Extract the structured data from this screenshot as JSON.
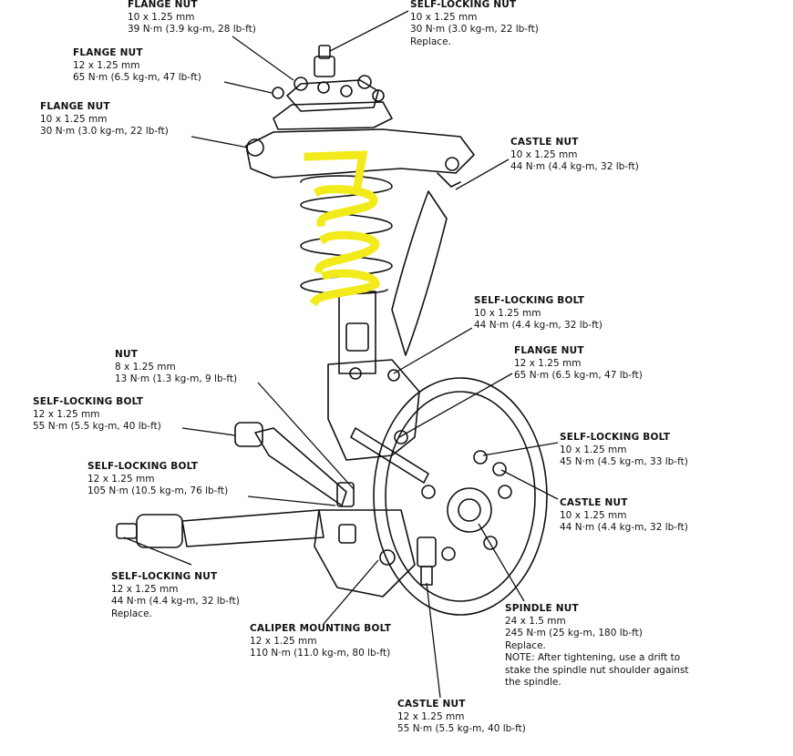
{
  "labels": {
    "flange_nut_1": {
      "title": "FLANGE NUT",
      "size": "10 x 1.25 mm",
      "torque": "39 N·m (3.9 kg-m, 28 lb-ft)"
    },
    "self_locking_nut_top": {
      "title": "SELF-LOCKING NUT",
      "size": "10 x 1.25 mm",
      "torque": "30 N·m (3.0 kg-m, 22 lb-ft)",
      "note": "Replace."
    },
    "flange_nut_2": {
      "title": "FLANGE NUT",
      "size": "12 x 1.25 mm",
      "torque": "65 N·m (6.5 kg-m, 47 lb-ft)"
    },
    "flange_nut_3": {
      "title": "FLANGE NUT",
      "size": "10 x 1.25 mm",
      "torque": "30 N·m (3.0 kg-m, 22 lb-ft)"
    },
    "castle_nut_upper": {
      "title": "CASTLE NUT",
      "size": "10 x 1.25 mm",
      "torque": "44 N·m (4.4 kg-m, 32 lb-ft)"
    },
    "self_locking_bolt_1": {
      "title": "SELF-LOCKING BOLT",
      "size": "10 x 1.25 mm",
      "torque": "44 N·m (4.4 kg-m, 32 lb-ft)"
    },
    "flange_nut_4": {
      "title": "FLANGE NUT",
      "size": "12 x 1.25 mm",
      "torque": "65 N·m (6.5 kg-m, 47 lb-ft)"
    },
    "nut_small": {
      "title": "NUT",
      "size": "8 x 1.25 mm",
      "torque": "13 N·m (1.3 kg-m, 9 lb-ft)"
    },
    "self_locking_bolt_2": {
      "title": "SELF-LOCKING BOLT",
      "size": "12 x 1.25 mm",
      "torque": "55 N·m (5.5 kg-m, 40 lb-ft)"
    },
    "self_locking_bolt_3": {
      "title": "SELF-LOCKING BOLT",
      "size": "10 x 1.25 mm",
      "torque": "45 N·m (4.5 kg-m, 33 lb-ft)"
    },
    "self_locking_bolt_4": {
      "title": "SELF-LOCKING BOLT",
      "size": "12 x 1.25 mm",
      "torque": "105 N·m (10.5 kg-m, 76 lb-ft)"
    },
    "castle_nut_mid": {
      "title": "CASTLE NUT",
      "size": "10 x 1.25 mm",
      "torque": "44 N·m (4.4 kg-m, 32 lb-ft)"
    },
    "self_locking_nut_bottom": {
      "title": "SELF-LOCKING NUT",
      "size": "12 x 1.25 mm",
      "torque": "44 N·m (4.4 kg-m, 32 lb-ft)",
      "note": "Replace."
    },
    "caliper_mounting_bolt": {
      "title": "CALIPER MOUNTING BOLT",
      "size": "12 x 1.25 mm",
      "torque": "110 N·m (11.0 kg-m, 80 lb-ft)"
    },
    "spindle_nut": {
      "title": "SPINDLE NUT",
      "size": "24 x 1.5 mm",
      "torque": "245 N·m (25 kg-m, 180 lb-ft)",
      "note": "Replace.",
      "note2": "NOTE: After tightening, use a drift to",
      "note3": "stake the spindle nut shoulder against",
      "note4": "the spindle."
    },
    "castle_nut_lower": {
      "title": "CASTLE NUT",
      "size": "12 x 1.25 mm",
      "torque": "55 N·m (5.5 kg-m, 40 lb-ft)"
    }
  },
  "colors": {
    "spring_highlight": "#f2ea1a",
    "line": "#111111"
  }
}
